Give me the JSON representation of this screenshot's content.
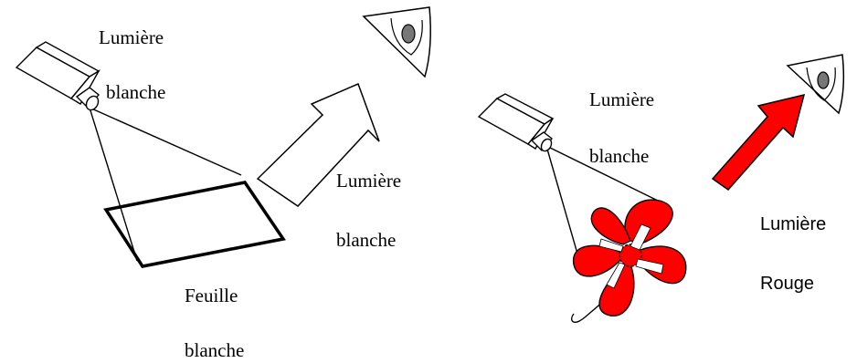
{
  "left_scene": {
    "source_label_line1": "Lumière",
    "source_label_line2": "blanche",
    "reflected_label_line1": "Lumière",
    "reflected_label_line2": "blanche",
    "object_label_line1": "Feuille",
    "object_label_line2": "blanche",
    "arrow_color": "#ffffff"
  },
  "right_scene": {
    "source_label_line1": "Lumière",
    "source_label_line2": "blanche",
    "reflected_label_line1": "Lumière",
    "reflected_label_line2": "Rouge",
    "arrow_color": "#ff0000",
    "flower_color": "#ff0000"
  },
  "icons": [
    "projector-icon",
    "eye-icon",
    "arrow-icon",
    "flower-icon"
  ]
}
